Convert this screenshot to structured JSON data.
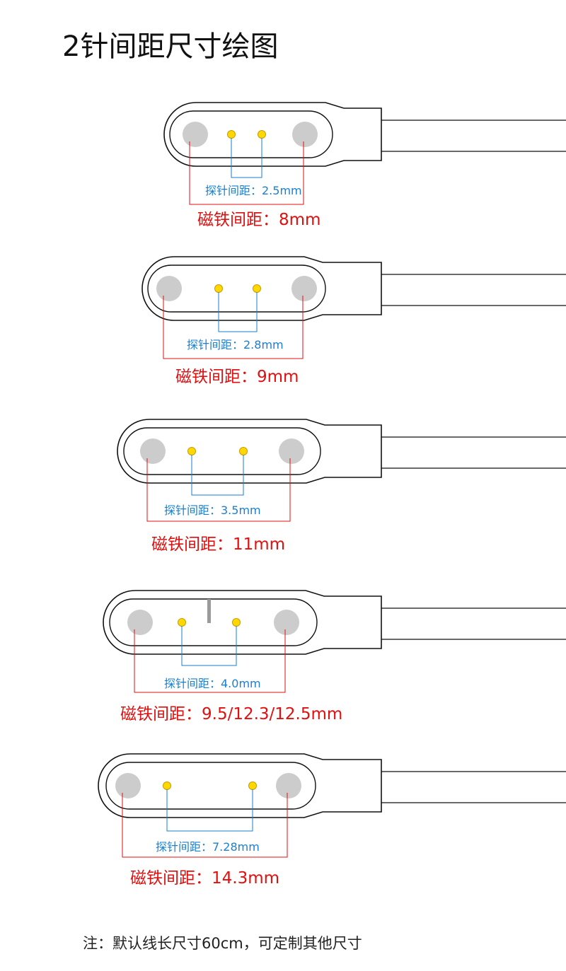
{
  "title": "2针间距尺寸绘图",
  "colors": {
    "magnet": "#cccccc",
    "pin": "#ffd800",
    "pin_outline": "#c99a00",
    "probe_line": "#1a7fd0",
    "magnet_line": "#e01010",
    "outline": "#111111"
  },
  "connectors": [
    {
      "probe_label": "探针间距：2.5mm",
      "magnet_label": "磁铁间距：8mm",
      "probe_mm": 2.5,
      "magnet_mm": [
        8
      ]
    },
    {
      "probe_label": "探针间距：2.8mm",
      "magnet_label": "磁铁间距：9mm",
      "probe_mm": 2.8,
      "magnet_mm": [
        9
      ]
    },
    {
      "probe_label": "探针间距：3.5mm",
      "magnet_label": "磁铁间距：11mm",
      "probe_mm": 3.5,
      "magnet_mm": [
        11
      ]
    },
    {
      "probe_label": "探针间距：4.0mm",
      "magnet_label": "磁铁间距：9.5/12.3/12.5mm",
      "probe_mm": 4.0,
      "magnet_mm": [
        9.5,
        12.3,
        12.5
      ]
    },
    {
      "probe_label": "探针间距：7.28mm",
      "magnet_label": "磁铁间距：14.3mm",
      "probe_mm": 7.28,
      "magnet_mm": [
        14.3
      ]
    }
  ],
  "note": "注：默认线长尺寸60cm，可定制其他尺寸"
}
